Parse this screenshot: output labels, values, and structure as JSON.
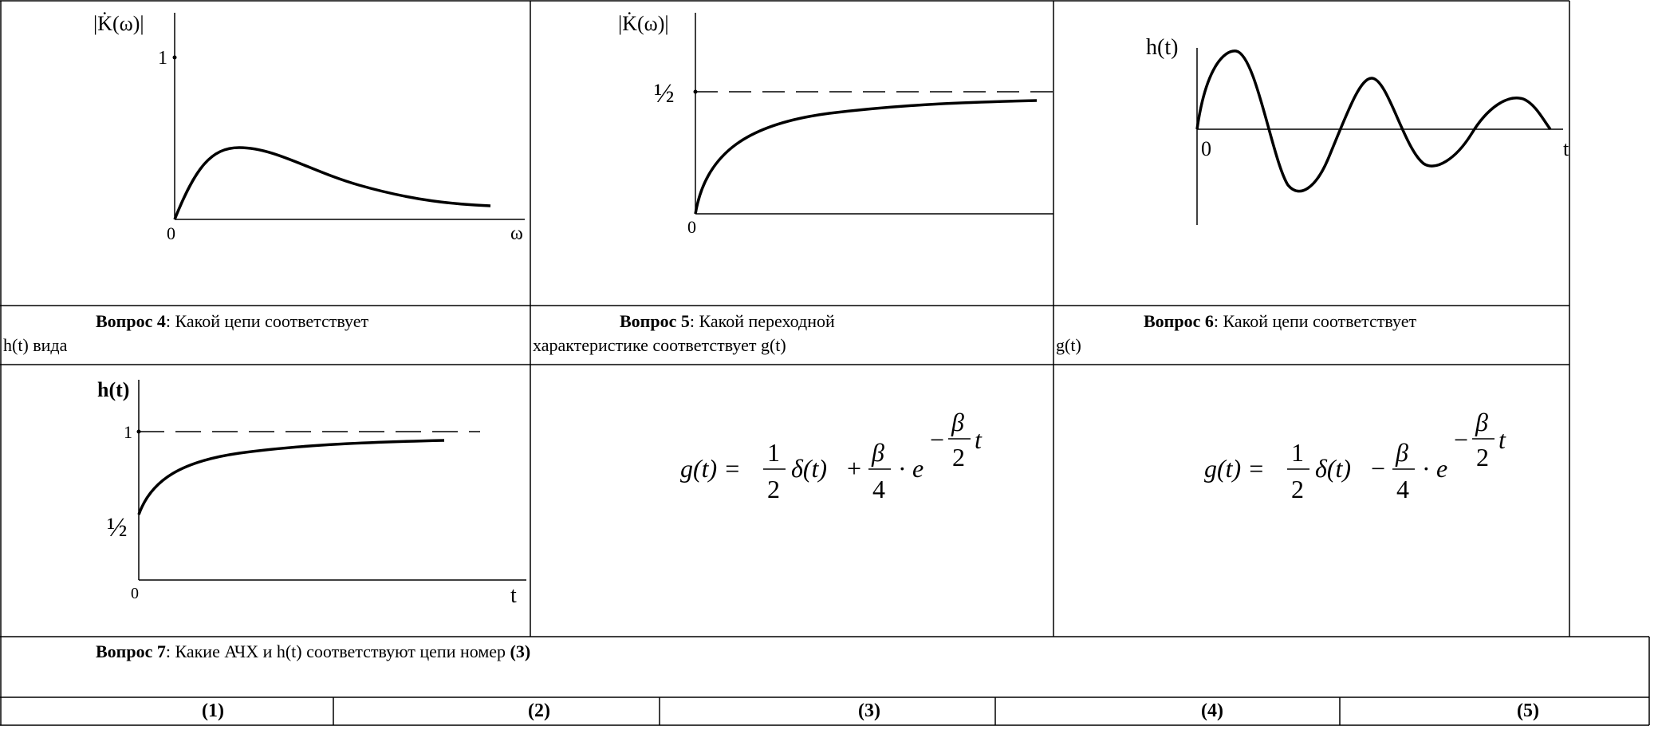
{
  "graphs": {
    "g1": {
      "ylabel": "|K̇(ω)|",
      "tick_one": "1",
      "origin": "0",
      "xlabel": "ω"
    },
    "g2": {
      "ylabel": "|K̇(ω)|",
      "tick_half": "½",
      "origin": "0"
    },
    "g3": {
      "ylabel": "h(t)",
      "origin": "0",
      "xlabel": "t"
    },
    "g4": {
      "ylabel": "h(t)",
      "tick_one": "1",
      "tick_half": "½",
      "origin": "0",
      "xlabel": "t"
    }
  },
  "questions": {
    "q4": {
      "label": "Вопрос 4",
      "text_line1": ": Какой цепи соответствует",
      "text_line2": "h(t) вида"
    },
    "q5": {
      "label": "Вопрос 5",
      "text_line1": ": Какой переходной",
      "text_line2": "характеристике соответствует g(t)"
    },
    "q6": {
      "label": "Вопрос 6",
      "text_line1": ": Какой цепи соответствует",
      "text_line2": "g(t)"
    },
    "q7": {
      "label": "Вопрос 7",
      "text": ": Какие АЧХ и h(t) соответствуют цепи номер ",
      "number": "(3)"
    }
  },
  "formulas": {
    "f5": {
      "lhs": "g(t) =",
      "frac1_num": "1",
      "frac1_den": "2",
      "delta": "δ(t)",
      "op": "+",
      "frac2_num": "β",
      "frac2_den": "4",
      "dot": "·",
      "e": "e",
      "exp_sign": "−",
      "exp_num": "β",
      "exp_den": "2",
      "exp_t": "t"
    },
    "f6": {
      "lhs": "g(t) =",
      "frac1_num": "1",
      "frac1_den": "2",
      "delta": "δ(t)",
      "op": "−",
      "frac2_num": "β",
      "frac2_den": "4",
      "dot": "·",
      "e": "e",
      "exp_sign": "−",
      "exp_num": "β",
      "exp_den": "2",
      "exp_t": "t"
    }
  },
  "options": [
    "(1)",
    "(2)",
    "(3)",
    "(4)",
    "(5)"
  ]
}
